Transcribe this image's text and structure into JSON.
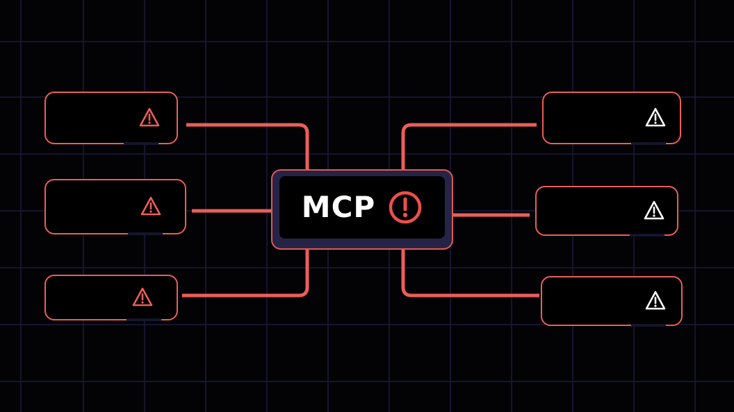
{
  "hub": {
    "label": "MCP",
    "icon": "exclamation-circle-icon",
    "icon_color": "#ec4f4d",
    "fill_color": "#252447"
  },
  "nodes": [
    {
      "side": "left",
      "icon": "warning-triangle-icon",
      "icon_color": "#ec5e59"
    },
    {
      "side": "left",
      "icon": "warning-triangle-icon",
      "icon_color": "#ec5e59"
    },
    {
      "side": "left",
      "icon": "warning-triangle-icon",
      "icon_color": "#ec5e59"
    },
    {
      "side": "right",
      "icon": "warning-triangle-icon",
      "icon_color": "#ffffff"
    },
    {
      "side": "right",
      "icon": "warning-triangle-icon",
      "icon_color": "#ffffff"
    },
    {
      "side": "right",
      "icon": "warning-triangle-icon",
      "icon_color": "#ffffff"
    }
  ],
  "colors": {
    "background": "#030306",
    "grid": "#1c1a3a",
    "connector": "#ec5e59"
  }
}
